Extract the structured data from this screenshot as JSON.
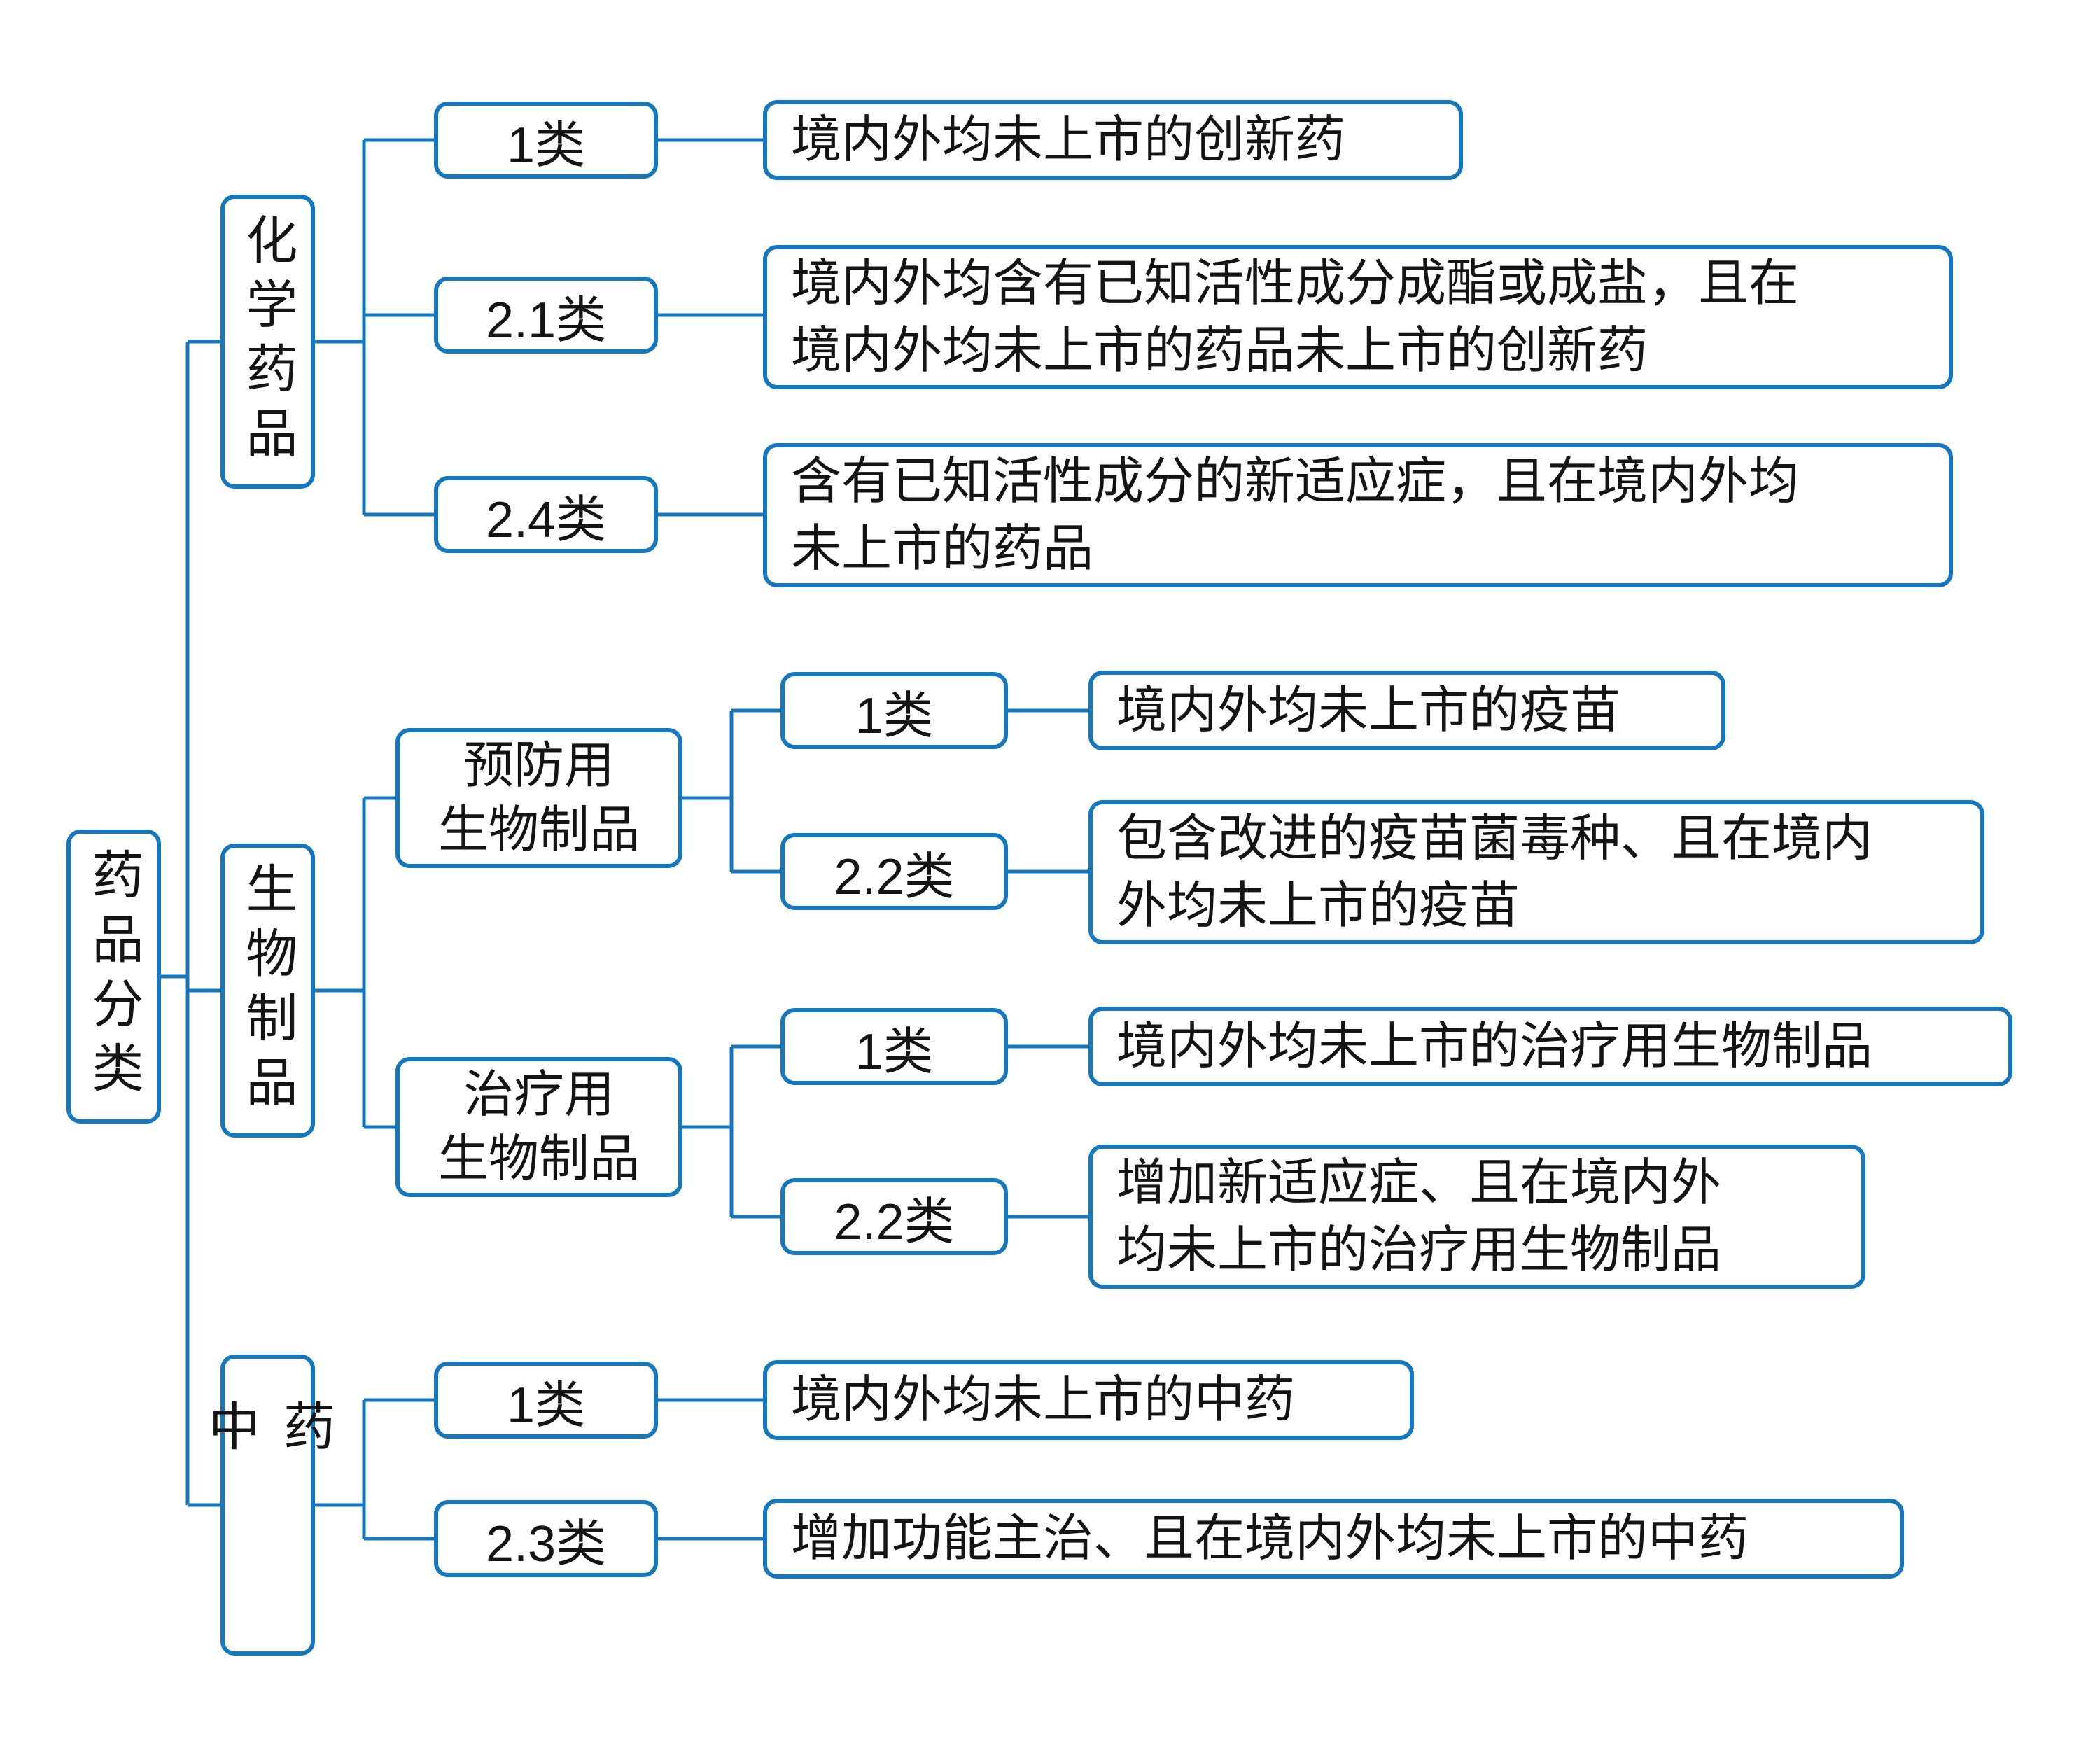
{
  "colors": {
    "line": "#1578be",
    "border": "#1578be",
    "text": "#141414",
    "background": "#ffffff"
  },
  "root": {
    "label": "药品分类"
  },
  "chem": {
    "label": "化学药品",
    "classes": [
      {
        "label": "1类",
        "desc": "境内外均未上市的创新药"
      },
      {
        "label": "2.1类",
        "desc": "境内外均含有已知活性成分成酯或成盐，且在\n境内外均未上市的药品未上市的创新药"
      },
      {
        "label": "2.4类",
        "desc": "含有已知活性成分的新适应症，且在境内外均\n未上市的药品"
      }
    ]
  },
  "bio": {
    "label": "生物制品",
    "preventive": {
      "label": "预防用\n生物制品",
      "classes": [
        {
          "label": "1类",
          "desc": "境内外均未上市的疫苗"
        },
        {
          "label": "2.2类",
          "desc": "包含改进的疫苗菌毒种、且在境内\n外均未上市的疫苗"
        }
      ]
    },
    "therapeutic": {
      "label": "治疗用\n生物制品",
      "classes": [
        {
          "label": "1类",
          "desc": "境内外均未上市的治疗用生物制品"
        },
        {
          "label": "2.2类",
          "desc": "增加新适应症、且在境内外\n均未上市的治疗用生物制品"
        }
      ]
    }
  },
  "tcm": {
    "label": "中药",
    "classes": [
      {
        "label": "1类",
        "desc": "境内外均未上市的中药"
      },
      {
        "label": "2.3类",
        "desc": "增加功能主治、且在境内外均未上市的中药"
      }
    ]
  }
}
